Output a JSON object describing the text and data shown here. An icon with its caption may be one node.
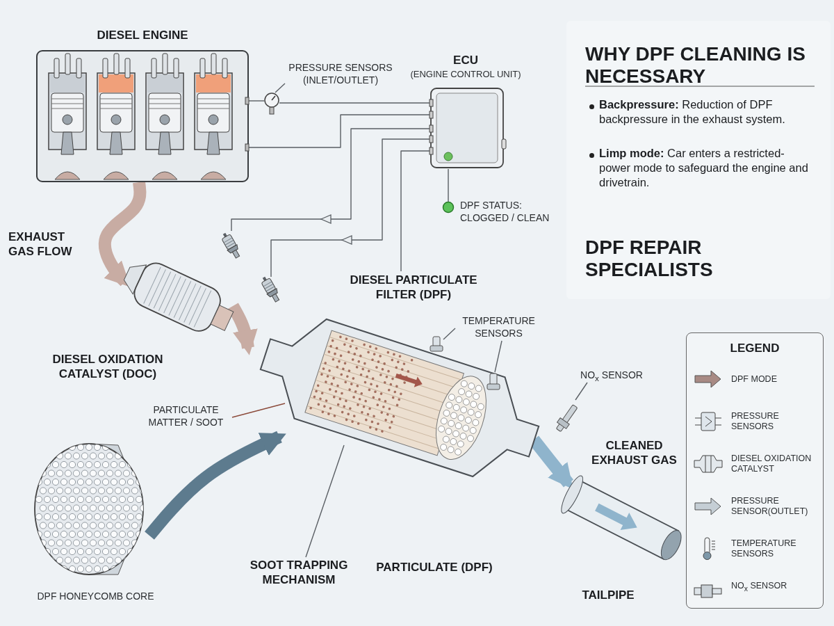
{
  "diagram": {
    "nodes": [
      {
        "text": [
          "DIESEL ENGINE"
        ]
      },
      {
        "text": [
          "PRESSURE SENSORS (INLET/OUTLET)"
        ]
      },
      {
        "text": [],
        "shape": "picture"
      },
      {
        "text": [
          "ECU",
          "(ENGINE CONTROL UNIT)"
        ]
      },
      {
        "text": [
          "DPF STATUS: CLOGGED / CLEAN"
        ]
      },
      {
        "text": [],
        "shape": "picture"
      },
      {
        "text": [
          "DIESEL OXIDATION CATALYST (DOC)"
        ]
      },
      {
        "text": [],
        "shape": "picture"
      },
      {
        "text": [
          "DIESEL PARTICULATE FILTER (DPF)"
        ]
      },
      {
        "text": [],
        "shape": "picture",
        "in": 8
      },
      {
        "text": [],
        "shape": "picture",
        "in": 8
      },
      {
        "text": [
          "TEMPERATURE SENSORS"
        ]
      },
      {
        "text": [
          "NO$_{x}$ SENSOR"
        ]
      },
      {
        "text": [],
        "shape": "picture"
      },
      {
        "text": [
          "TAILPIPE"
        ]
      },
      {
        "text": [
          "DPF HONEYCOMB CORE"
        ]
      },
      {
        "text": [
          "PARTICULATE MATTER / SOOT"
        ]
      },
      {
        "text": [
          "SOOT TRAPPING MECHANISM"
        ]
      }
    ],
    "edges": [
      {
        "from": 0,
        "to": 2,
        "arrow": "none"
      },
      {
        "from": 2,
        "to": 3,
        "arrow": "none"
      },
      {
        "from": 0,
        "to": 3,
        "arrow": "none"
      },
      {
        "from": 3,
        "to": 5,
        "arrow": "to"
      },
      {
        "from": 3,
        "to": 7,
        "arrow": "to"
      },
      {
        "from": 3,
        "to": 8,
        "arrow": "none"
      },
      {
        "from": 3,
        "to": 4,
        "arrow": "none"
      },
      {
        "from": 1,
        "to": 2,
        "arrow": "none"
      },
      {
        "from": 0,
        "to": 6,
        "arrow": "to",
        "style": "thick",
        "color": "#c8aca3"
      },
      {
        "from": 6,
        "to": 8,
        "arrow": "to",
        "style": "thick",
        "color": "#c8aca3"
      },
      {
        "from": 8,
        "to": 14,
        "arrow": "to",
        "style": "thick",
        "color": "#8fb4cc"
      },
      {
        "from": 15,
        "to": 8,
        "arrow": "to",
        "style": "thick",
        "color": "#5d7b8e"
      },
      {
        "from": 11,
        "to": 9,
        "arrow": "none"
      },
      {
        "from": 11,
        "to": 10,
        "arrow": "none"
      },
      {
        "from": 12,
        "to": 13,
        "arrow": "none"
      },
      {
        "from": 16,
        "to": 8,
        "arrow": "none",
        "color": "#8b4a3a"
      },
      {
        "from": 17,
        "to": 8,
        "arrow": "none"
      }
    ],
    "labels": [
      "EXHAUST GAS FLOW",
      "PARTICULATE (DPF)",
      "CLEANED EXHAUST GAS",
      "WHY DPF CLEANING IS NECESSARY",
      "**Backpressure:** Reduction of DPF backpressure in the exhaust system.",
      "**Limp mode:** Car enters a restricted-power mode to safeguard the engine and drivetrain.",
      "DPF REPAIR SPECIALISTS",
      "LEGEND"
    ],
    "legend": [
      {
        "text": "DPF MODE"
      },
      {
        "text": "PRESSURE SENSORS"
      },
      {
        "text": "DIESEL OXIDATION CATALYST"
      },
      {
        "text": "PRESSURE SENSOR(OUTLET)"
      },
      {
        "text": "TEMPERATURE SENSORS"
      },
      {
        "text": "NO$_{x}$ SENSOR"
      }
    ]
  }
}
